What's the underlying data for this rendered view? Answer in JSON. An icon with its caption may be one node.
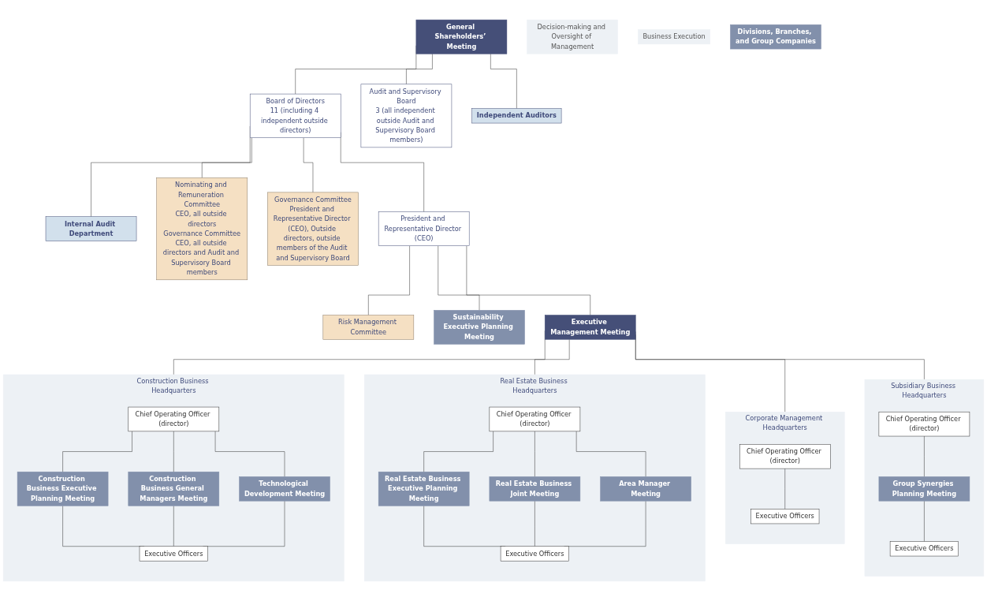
{
  "diagram": {
    "nodes": [
      {
        "text": [
          "Decision-making and Oversight of Management"
        ]
      },
      {
        "text": [
          "General Shareholders’ Meeting"
        ]
      },
      {
        "text": [
          "Board of Directors",
          "11 (including 4 independent outside directors)"
        ]
      },
      {
        "text": [
          "Audit and Supervisory Board",
          "3 (all independent outside Audit and Supervisory Board members)"
        ]
      },
      {
        "text": [
          "Independent Auditors"
        ]
      },
      {
        "text": [
          "Internal Audit Department"
        ]
      },
      {
        "text": [
          "Nominating and Remuneration Committee",
          "CEO, all outside directors",
          "Governance Committee",
          "CEO, all outside directors and Audit and Supervisory Board members"
        ]
      },
      {
        "text": [
          "Governance Committee",
          "President and Representative Director (CEO), Outside directors, outside members of the Audit and Supervisory Board"
        ]
      },
      {
        "text": [
          "Business Execution"
        ]
      },
      {
        "text": [
          "President and Representative Director (CEO)"
        ]
      },
      {
        "text": [
          "Risk Management Committee"
        ]
      },
      {
        "text": [
          "Sustainability Executive Planning Meeting"
        ]
      },
      {
        "text": [
          "Executive Management Meeting"
        ]
      },
      {
        "text": [
          "Construction Business Headquarters"
        ]
      },
      {
        "text": [
          "Chief Operating Officer (director)"
        ],
        "in": 13
      },
      {
        "text": [
          "Construction Business Executive Planning Meeting"
        ],
        "in": 13
      },
      {
        "text": [
          "Construction Business General Managers Meeting"
        ],
        "in": 13
      },
      {
        "text": [
          "Technological Development Meeting"
        ],
        "in": 13
      },
      {
        "text": [
          "Executive Officers"
        ],
        "in": 13
      },
      {
        "text": [
          "Real Estate Business Headquarters"
        ]
      },
      {
        "text": [
          "Chief Operating Officer (director)"
        ],
        "in": 19
      },
      {
        "text": [
          "Real Estate Business Executive Planning Meeting"
        ],
        "in": 19
      },
      {
        "text": [
          "Real Estate Business Joint Meeting"
        ],
        "in": 19
      },
      {
        "text": [
          "Area Manager Meeting"
        ],
        "in": 19
      },
      {
        "text": [
          "Executive Officers"
        ],
        "in": 19
      },
      {
        "text": [
          "Corporate Management Headquarters"
        ]
      },
      {
        "text": [
          "Chief Operating Officer (director)"
        ],
        "in": 25
      },
      {
        "text": [
          "Executive Officers"
        ],
        "in": 25
      },
      {
        "text": [
          "Subsidiary Business Headquarters"
        ]
      },
      {
        "text": [
          "Chief Operating Officer (director)"
        ],
        "in": 28
      },
      {
        "text": [
          "Group Synergies Planning Meeting"
        ],
        "in": 28
      },
      {
        "text": [
          "Executive Officers"
        ],
        "in": 28
      },
      {
        "text": [
          "Divisions, Branches, and Group Companies"
        ]
      }
    ],
    "edges": [
      {
        "from": 1,
        "to": 2,
        "arrow": "none"
      },
      {
        "from": 1,
        "to": 3,
        "arrow": "none"
      },
      {
        "from": 1,
        "to": 4,
        "arrow": "none"
      },
      {
        "from": 2,
        "to": 5,
        "arrow": "none"
      },
      {
        "from": 2,
        "to": 6,
        "arrow": "none"
      },
      {
        "from": 2,
        "to": 7,
        "arrow": "none"
      },
      {
        "from": 2,
        "to": 9,
        "arrow": "none"
      },
      {
        "from": 9,
        "to": 10,
        "arrow": "none"
      },
      {
        "from": 9,
        "to": 11,
        "arrow": "none"
      },
      {
        "from": 9,
        "to": 12,
        "arrow": "none"
      },
      {
        "from": 12,
        "to": 13,
        "arrow": "none"
      },
      {
        "from": 12,
        "to": 19,
        "arrow": "none"
      },
      {
        "from": 12,
        "to": 25,
        "arrow": "none"
      },
      {
        "from": 12,
        "to": 28,
        "arrow": "none"
      },
      {
        "from": 14,
        "to": 15,
        "arrow": "none"
      },
      {
        "from": 14,
        "to": 16,
        "arrow": "none"
      },
      {
        "from": 14,
        "to": 17,
        "arrow": "none"
      },
      {
        "from": 15,
        "to": 18,
        "arrow": "none"
      },
      {
        "from": 16,
        "to": 18,
        "arrow": "none"
      },
      {
        "from": 17,
        "to": 18,
        "arrow": "none"
      },
      {
        "from": 20,
        "to": 21,
        "arrow": "none"
      },
      {
        "from": 20,
        "to": 22,
        "arrow": "none"
      },
      {
        "from": 20,
        "to": 23,
        "arrow": "none"
      },
      {
        "from": 21,
        "to": 24,
        "arrow": "none"
      },
      {
        "from": 22,
        "to": 24,
        "arrow": "none"
      },
      {
        "from": 23,
        "to": 24,
        "arrow": "none"
      },
      {
        "from": 26,
        "to": 27,
        "arrow": "none"
      },
      {
        "from": 29,
        "to": 30,
        "arrow": "none"
      },
      {
        "from": 30,
        "to": 31,
        "arrow": "none"
      }
    ]
  }
}
